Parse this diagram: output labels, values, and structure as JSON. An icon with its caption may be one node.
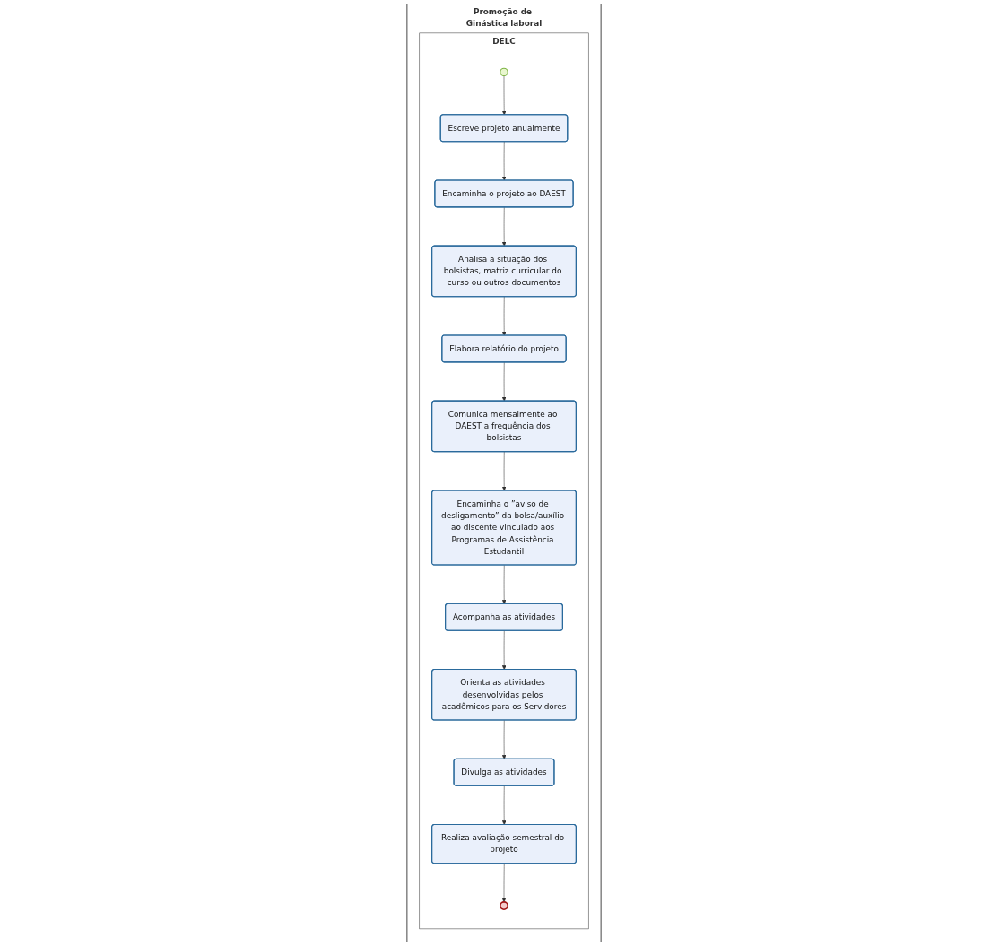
{
  "diagram": {
    "nodes": [
      {
        "text": [
          "Promoção de Ginástica laboral"
        ]
      },
      {
        "text": [
          "DELC"
        ],
        "in": 0
      },
      {
        "text": [],
        "shape": "circle",
        "in": 1
      },
      {
        "text": [
          "Escreve projeto anualmente"
        ],
        "in": 1
      },
      {
        "text": [
          "Encaminha o projeto ao DAEST"
        ],
        "in": 1
      },
      {
        "text": [
          "Analisa a situação dos bolsistas, matriz curricular do curso ou outros documentos"
        ],
        "in": 1
      },
      {
        "text": [
          "Elabora relatório do projeto"
        ],
        "in": 1
      },
      {
        "text": [
          "Comunica mensalmente ao DAEST a frequência dos bolsistas"
        ],
        "in": 1
      },
      {
        "text": [
          "Encaminha o ”aviso de desligamento” da bolsa/auxílio ao discente vinculado aos Programas de Assistência Estudantil"
        ],
        "in": 1
      },
      {
        "text": [
          "Acompanha as atividades"
        ],
        "in": 1
      },
      {
        "text": [
          "Orienta as atividades desenvolvidas pelos acadêmicos para os Servidores"
        ],
        "in": 1
      },
      {
        "text": [
          "Divulga as atividades"
        ],
        "in": 1
      },
      {
        "text": [
          "Realiza avaliação semestral do projeto"
        ],
        "in": 1
      },
      {
        "text": [],
        "shape": "circle",
        "in": 1
      }
    ],
    "edges": [
      {
        "from": 2,
        "to": 3,
        "arrow": "to"
      },
      {
        "from": 3,
        "to": 4,
        "arrow": "to"
      },
      {
        "from": 4,
        "to": 5,
        "arrow": "to"
      },
      {
        "from": 5,
        "to": 6,
        "arrow": "to"
      },
      {
        "from": 6,
        "to": 7,
        "arrow": "to"
      },
      {
        "from": 7,
        "to": 8,
        "arrow": "to"
      },
      {
        "from": 8,
        "to": 9,
        "arrow": "to"
      },
      {
        "from": 9,
        "to": 10,
        "arrow": "to"
      },
      {
        "from": 10,
        "to": 11,
        "arrow": "to"
      },
      {
        "from": 11,
        "to": 12,
        "arrow": "to"
      },
      {
        "from": 12,
        "to": 13,
        "arrow": "to"
      }
    ]
  }
}
